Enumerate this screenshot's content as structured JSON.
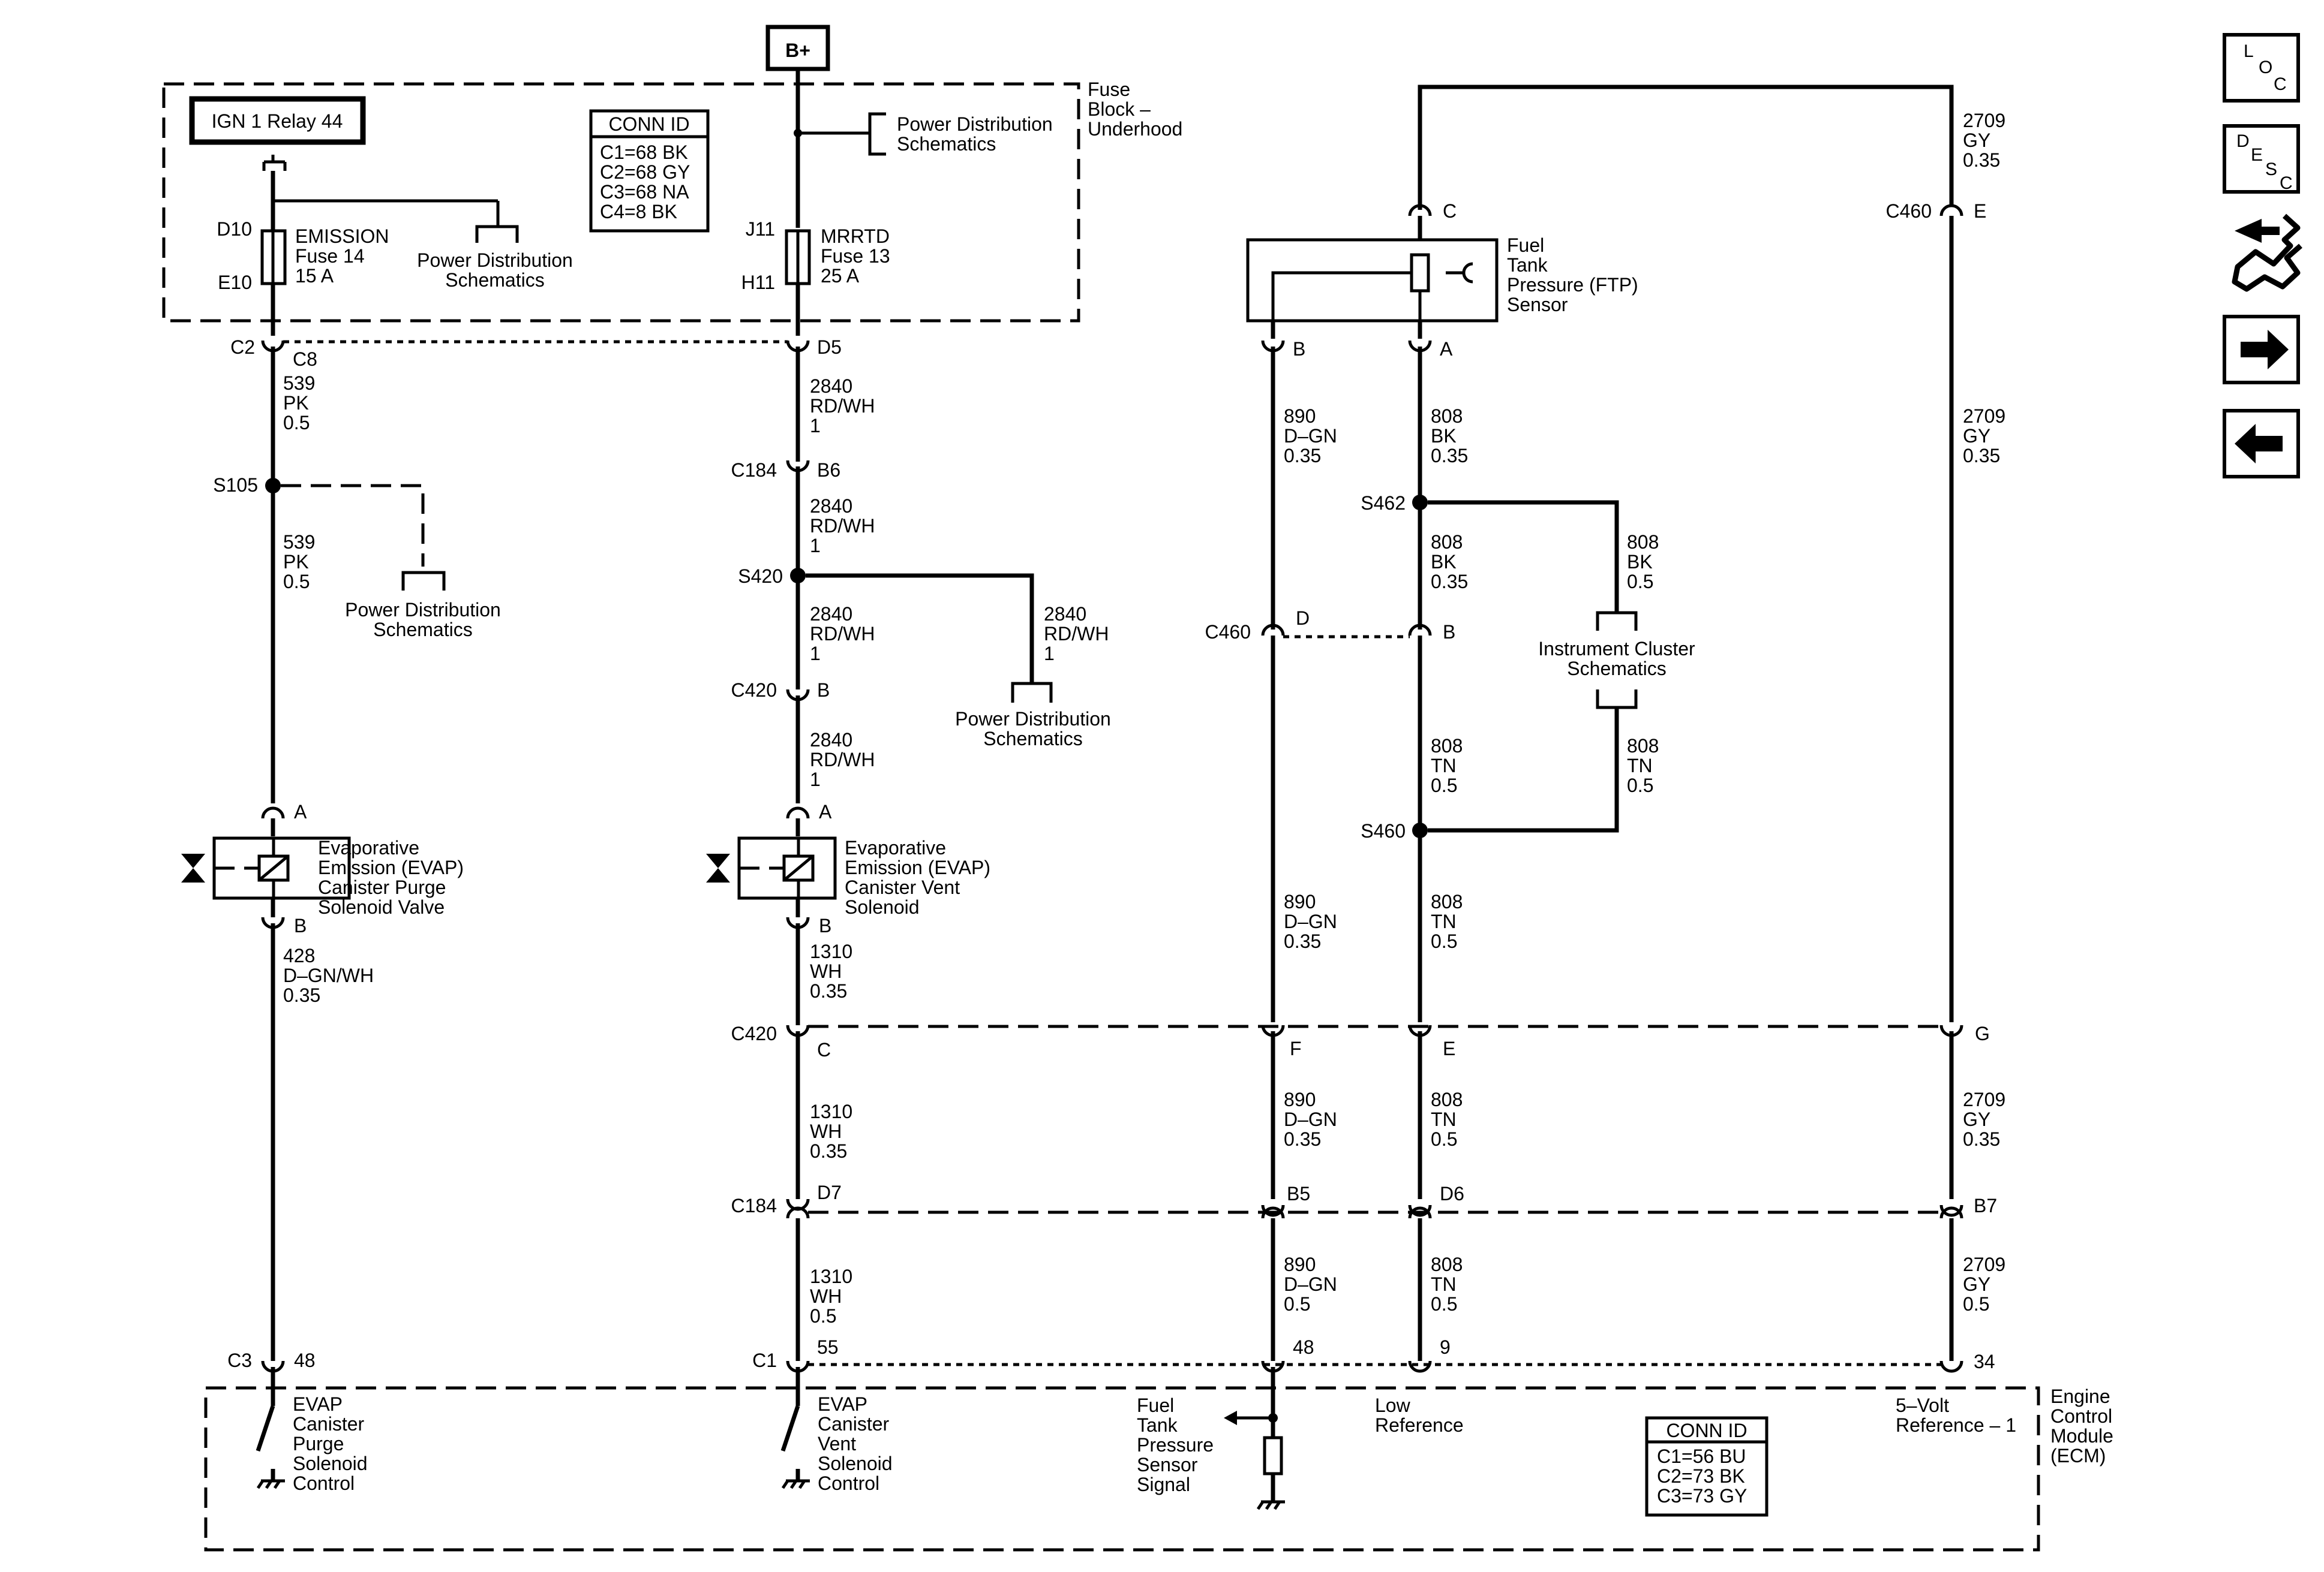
{
  "top": {
    "battery_label": "B+"
  },
  "fuse_block": {
    "label_line1": "Fuse",
    "label_line2": "Block –",
    "label_line3": "Underhood",
    "relay_label": "IGN 1 Relay 44",
    "conn_id": {
      "title": "CONN ID",
      "lines": [
        "C1=68 BK",
        "C2=68 GY",
        "C3=68 NA",
        "C4=8 BK"
      ]
    },
    "power_dist_a": {
      "line1": "Power Distribution",
      "line2": "Schematics"
    },
    "power_dist_b": {
      "line1": "Power Distribution",
      "line2": "Schematics"
    },
    "emission_fuse": {
      "top_pin": "D10",
      "bottom_pin": "E10",
      "line1": "EMISSION",
      "line2": "Fuse 14",
      "line3": "15 A"
    },
    "mrrtd_fuse": {
      "top_pin": "J11",
      "bottom_pin": "H11",
      "line1": "MRRTD",
      "line2": "Fuse 13",
      "line3": "25 A"
    }
  },
  "left_circuit": {
    "conn_top_left": "C2",
    "conn_top_right": "C8",
    "wire1": {
      "circuit": "539",
      "color": "PK",
      "size": "0.5"
    },
    "splice": "S105",
    "power_dist": {
      "line1": "Power Distribution",
      "line2": "Schematics"
    },
    "wire2": {
      "circuit": "539",
      "color": "PK",
      "size": "0.5"
    },
    "pin_a": "A",
    "component": {
      "line1": "Evaporative",
      "line2": "Emission (EVAP)",
      "line3": "Canister Purge",
      "line4": "Solenoid Valve"
    },
    "pin_b": "B",
    "wire3": {
      "circuit": "428",
      "color": "D–GN/WH",
      "size": "0.35"
    },
    "ecm_conn": "C3",
    "ecm_pin": "48",
    "ecm_label": {
      "line1": "EVAP",
      "line2": "Canister",
      "line3": "Purge",
      "line4": "Solenoid",
      "line5": "Control"
    }
  },
  "mid_circuit": {
    "conn_top": "D5",
    "wire1": {
      "circuit": "2840",
      "color": "RD/WH",
      "size": "1"
    },
    "conn_c184": "C184",
    "pin_b6": "B6",
    "wire2": {
      "circuit": "2840",
      "color": "RD/WH",
      "size": "1"
    },
    "splice": "S420",
    "wire_branch": {
      "circuit": "2840",
      "color": "RD/WH",
      "size": "1"
    },
    "power_dist": {
      "line1": "Power Distribution",
      "line2": "Schematics"
    },
    "wire3": {
      "circuit": "2840",
      "color": "RD/WH",
      "size": "1"
    },
    "conn_c420": "C420",
    "pin_b": "B",
    "wire4": {
      "circuit": "2840",
      "color": "RD/WH",
      "size": "1"
    },
    "pin_a": "A",
    "component": {
      "line1": "Evaporative",
      "line2": "Emission (EVAP)",
      "line3": "Canister Vent",
      "line4": "Solenoid"
    },
    "pin_b2": "B",
    "wire5": {
      "circuit": "1310",
      "color": "WH",
      "size": "0.35"
    },
    "conn_c420b": "C420",
    "pin_c": "C",
    "wire6": {
      "circuit": "1310",
      "color": "WH",
      "size": "0.35"
    },
    "conn_c184b": "C184",
    "pin_d7": "D7",
    "wire7": {
      "circuit": "1310",
      "color": "WH",
      "size": "0.5"
    },
    "ecm_conn": "C1",
    "ecm_pin": "55",
    "ecm_label": {
      "line1": "EVAP",
      "line2": "Canister",
      "line3": "Vent",
      "line4": "Solenoid",
      "line5": "Control"
    }
  },
  "ftp_sensor": {
    "pin_c": "C",
    "label": {
      "line1": "Fuel",
      "line2": "Tank",
      "line3": "Pressure (FTP)",
      "line4": "Sensor"
    },
    "pin_b": "B",
    "pin_a": "A"
  },
  "dgn_circuit": {
    "wire1": {
      "circuit": "890",
      "color": "D–GN",
      "size": "0.35"
    },
    "conn_c460": "C460",
    "pin_d": "D",
    "wire2": {
      "circuit": "890",
      "color": "D–GN",
      "size": "0.35"
    },
    "pin_f": "F",
    "wire3": {
      "circuit": "890",
      "color": "D–GN",
      "size": "0.35"
    },
    "pin_b5": "B5",
    "wire4": {
      "circuit": "890",
      "color": "D–GN",
      "size": "0.5"
    },
    "ecm_pin": "48",
    "ecm_label": {
      "line1": "Fuel",
      "line2": "Tank",
      "line3": "Pressure",
      "line4": "Sensor",
      "line5": "Signal"
    }
  },
  "bk_circuit": {
    "wire1": {
      "circuit": "808",
      "color": "BK",
      "size": "0.35"
    },
    "splice_s462": "S462",
    "wire2": {
      "circuit": "808",
      "color": "BK",
      "size": "0.35"
    },
    "branch1": {
      "circuit": "808",
      "color": "BK",
      "size": "0.5"
    },
    "pin_b": "B",
    "instrument": {
      "line1": "Instrument Cluster",
      "line2": "Schematics"
    },
    "wire3": {
      "circuit": "808",
      "color": "TN",
      "size": "0.5"
    },
    "branch2": {
      "circuit": "808",
      "color": "TN",
      "size": "0.5"
    },
    "splice_s460": "S460",
    "wire4": {
      "circuit": "808",
      "color": "TN",
      "size": "0.5"
    },
    "pin_e": "E",
    "wire5": {
      "circuit": "808",
      "color": "TN",
      "size": "0.5"
    },
    "pin_d6": "D6",
    "wire6": {
      "circuit": "808",
      "color": "TN",
      "size": "0.5"
    },
    "ecm_pin": "9",
    "ecm_label": {
      "line1": "Low",
      "line2": "Reference"
    }
  },
  "gy_circuit": {
    "wire1": {
      "circuit": "2709",
      "color": "GY",
      "size": "0.35"
    },
    "conn_c460": "C460",
    "pin_e": "E",
    "wire2": {
      "circuit": "2709",
      "color": "GY",
      "size": "0.35"
    },
    "pin_g": "G",
    "wire3": {
      "circuit": "2709",
      "color": "GY",
      "size": "0.35"
    },
    "pin_b7": "B7",
    "wire4": {
      "circuit": "2709",
      "color": "GY",
      "size": "0.5"
    },
    "ecm_pin": "34",
    "ecm_label": {
      "line1": "5–Volt",
      "line2": "Reference – 1"
    }
  },
  "connectors_common": {
    "c420": "C420",
    "c184": "C184",
    "c1": "C1"
  },
  "ecm": {
    "label_line1": "Engine",
    "label_line2": "Control",
    "label_line3": "Module",
    "label_line4": "(ECM)",
    "conn_id": {
      "title": "CONN ID",
      "lines": [
        "C1=56 BU",
        "C2=73 BK",
        "C3=73 GY"
      ]
    }
  },
  "side_buttons": {
    "loc": {
      "l1": "L",
      "l2": "O",
      "l3": "C"
    },
    "desc": {
      "l1": "D",
      "l2": "E",
      "l3": "S",
      "l4": "C"
    }
  }
}
